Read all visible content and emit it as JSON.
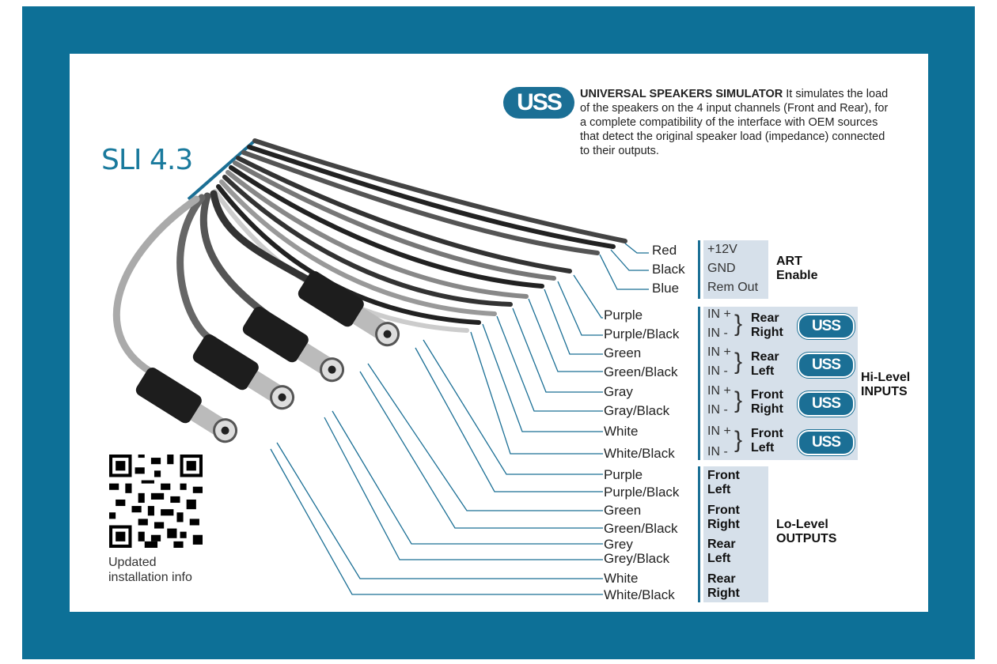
{
  "product_title": "SLI 4.3",
  "uss": {
    "logo_text": "USS",
    "heading": "UNIVERSAL SPEAKERS SIMULATOR",
    "body": "It simulates the load of the speakers on the 4 input channels (Front and Rear), for a complete compatibility of the interface with OEM sources that detect the original speaker load (impedance) connected to their outputs."
  },
  "art": {
    "wires": [
      "Red",
      "Black",
      "Blue"
    ],
    "signals": [
      "+12V",
      "GND",
      "Rem Out"
    ],
    "label_line1": "ART",
    "label_line2": "Enable"
  },
  "hi_level": {
    "wires": [
      "Purple",
      "Purple/Black",
      "Green",
      "Green/Black",
      "Gray",
      "Gray/Black",
      "White",
      "White/Black"
    ],
    "pins": [
      "IN +",
      "IN -",
      "IN +",
      "IN -",
      "IN +",
      "IN -",
      "IN +",
      "IN -"
    ],
    "channels": [
      {
        "line1": "Rear",
        "line2": "Right"
      },
      {
        "line1": "Rear",
        "line2": "Left"
      },
      {
        "line1": "Front",
        "line2": "Right"
      },
      {
        "line1": "Front",
        "line2": "Left"
      }
    ],
    "badge_text": "USS",
    "label_line1": "Hi-Level",
    "label_line2": "INPUTS"
  },
  "lo_level": {
    "wires": [
      "Purple",
      "Purple/Black",
      "Green",
      "Green/Black",
      "Grey",
      "Grey/Black",
      "White",
      "White/Black"
    ],
    "channels": [
      {
        "line1": "Front",
        "line2": "Left"
      },
      {
        "line1": "Front",
        "line2": "Right"
      },
      {
        "line1": "Rear",
        "line2": "Left"
      },
      {
        "line1": "Rear",
        "line2": "Right"
      }
    ],
    "label_line1": "Lo-Level",
    "label_line2": "OUTPUTS"
  },
  "qr_caption_line1": "Updated",
  "qr_caption_line2": "installation info",
  "colors": {
    "frame": "#0d7097",
    "accent": "#1b6f95",
    "block": "#d6e0ea"
  }
}
